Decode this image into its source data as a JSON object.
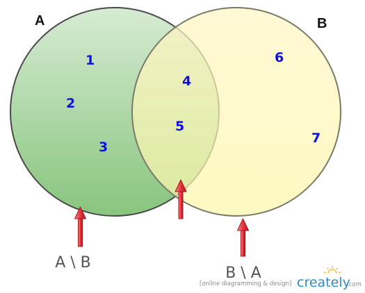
{
  "diagram": {
    "set_a": {
      "label": "A",
      "color_top": "#d6ebd3",
      "color_bottom": "#88c57e",
      "elements": [
        "1",
        "2",
        "3"
      ]
    },
    "set_b": {
      "label": "B",
      "color_top": "#fff5c4",
      "color_bottom": "#fbf7a9",
      "elements": [
        "6",
        "7"
      ]
    },
    "intersection": {
      "elements": [
        "4",
        "5"
      ]
    },
    "arrows": [
      {
        "label": "A \\ B",
        "color": "#e8323c"
      },
      {
        "label": "",
        "color": "#e8323c"
      },
      {
        "label": "B \\ A",
        "color": "#e8323c"
      }
    ],
    "element_color": "#1010dd"
  },
  "watermark": {
    "tagline": "[online diagramming & design]",
    "brand": "creately",
    "domain": ".com"
  }
}
